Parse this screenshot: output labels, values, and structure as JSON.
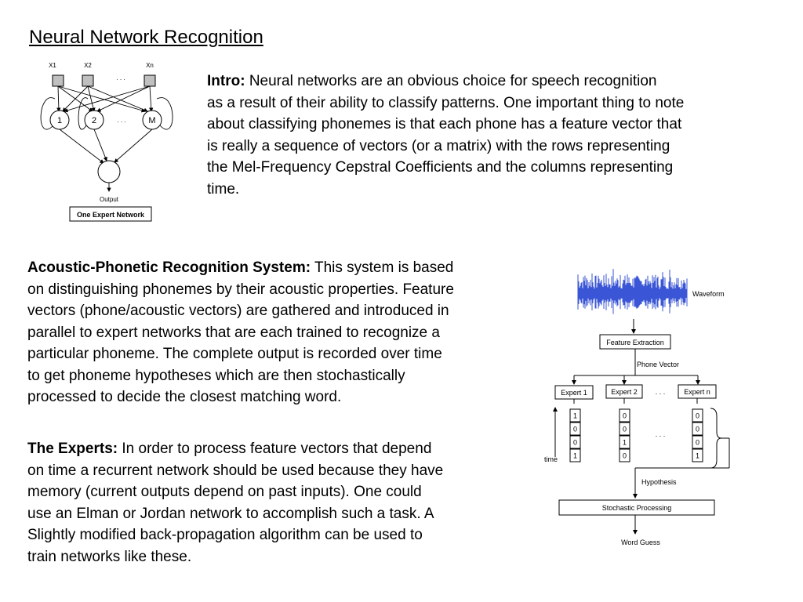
{
  "slide": {
    "title": "Neural Network Recognition"
  },
  "intro": {
    "heading": "Intro:",
    "lines": [
      " Neural networks are an obvious choice for speech recognition",
      "as a result of their ability to classify patterns.  One important thing to note",
      "about classifying phonemes is that each phone has a feature vector that",
      "is really a sequence of vectors (or a matrix) with the rows representing",
      "the Mel-Frequency Cepstral Coefficients and the columns representing",
      "time."
    ]
  },
  "acoustic": {
    "heading": "Acoustic-Phonetic Recognition System:",
    "lines": [
      "  This system is based",
      "on distinguishing phonemes by their acoustic properties.  Feature",
      "vectors (phone/acoustic vectors) are gathered and introduced in",
      "parallel to expert networks that are each trained to recognize a",
      "particular phoneme.  The complete output is recorded over time",
      "to get phoneme hypotheses which are then stochastically",
      "processed to decide the closest matching word."
    ]
  },
  "experts": {
    "heading": "The Experts:",
    "lines": [
      " In order to process feature vectors that depend",
      "on time a recurrent network should be used because they have",
      "memory (current outputs depend on past inputs).  One could",
      "use an Elman or Jordan network to accomplish such a task.  A",
      "Slightly modified back-propagation algorithm can be used to",
      "train networks like these."
    ]
  },
  "expert_network_diagram": {
    "inputs": [
      "X1",
      "X2",
      "Xn"
    ],
    "hidden": [
      "1",
      "2",
      "M"
    ],
    "ellipsis": ". . .",
    "output_label": "Output",
    "caption": "One Expert Network"
  },
  "pipeline_diagram": {
    "waveform_label": "Waveform",
    "feature_extraction": "Feature Extraction",
    "phone_vector": "Phone Vector",
    "experts": [
      "Expert 1",
      "Expert 2",
      "Expert n"
    ],
    "ellipsis": ". . .",
    "columns": [
      [
        "1",
        "0",
        "0",
        "1"
      ],
      [
        "0",
        "0",
        "1",
        "0"
      ],
      [
        "0",
        "0",
        "0",
        "1"
      ]
    ],
    "time_label": "time",
    "hypothesis": "Hypothesis",
    "stochastic": "Stochastic Processing",
    "word_guess": "Word Guess"
  }
}
